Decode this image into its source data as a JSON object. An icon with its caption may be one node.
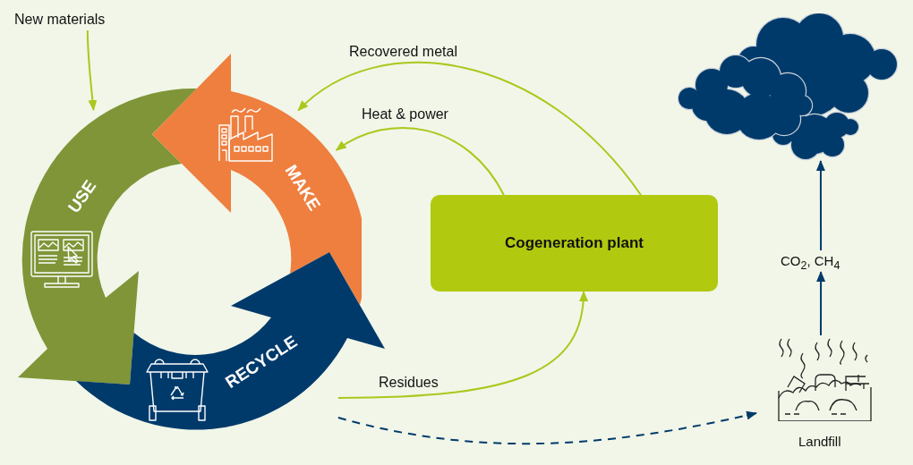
{
  "diagram": {
    "nodes": [
      {
        "text": [
          "New materials"
        ]
      },
      {
        "text": [
          "USE"
        ]
      },
      {
        "text": [
          "MAKE"
        ]
      },
      {
        "text": [
          "RECYCLE"
        ]
      },
      {
        "text": [
          "Cogeneration plant"
        ]
      },
      {
        "text": [
          "Landfill"
        ]
      },
      {
        "text": [],
        "shape": "cloud"
      },
      {
        "text": [
          "CO$_{2}$, CH$_{4}$"
        ]
      }
    ],
    "edges": [
      {
        "from": 0,
        "to": 1,
        "arrow": "to"
      },
      {
        "from": 4,
        "to": 2,
        "arrow": "to",
        "label": "Recovered metal"
      },
      {
        "from": 4,
        "to": 2,
        "arrow": "to",
        "label": "Heat & power"
      },
      {
        "from": 3,
        "to": 4,
        "arrow": "to",
        "label": "Residues"
      },
      {
        "from": 3,
        "to": 5,
        "arrow": "to",
        "style": "dashed",
        "color": "#003a6b"
      },
      {
        "from": 5,
        "to": 7,
        "arrow": "to",
        "color": "#003a6b"
      },
      {
        "from": 7,
        "to": 6,
        "arrow": "to",
        "color": "#003a6b"
      }
    ]
  }
}
